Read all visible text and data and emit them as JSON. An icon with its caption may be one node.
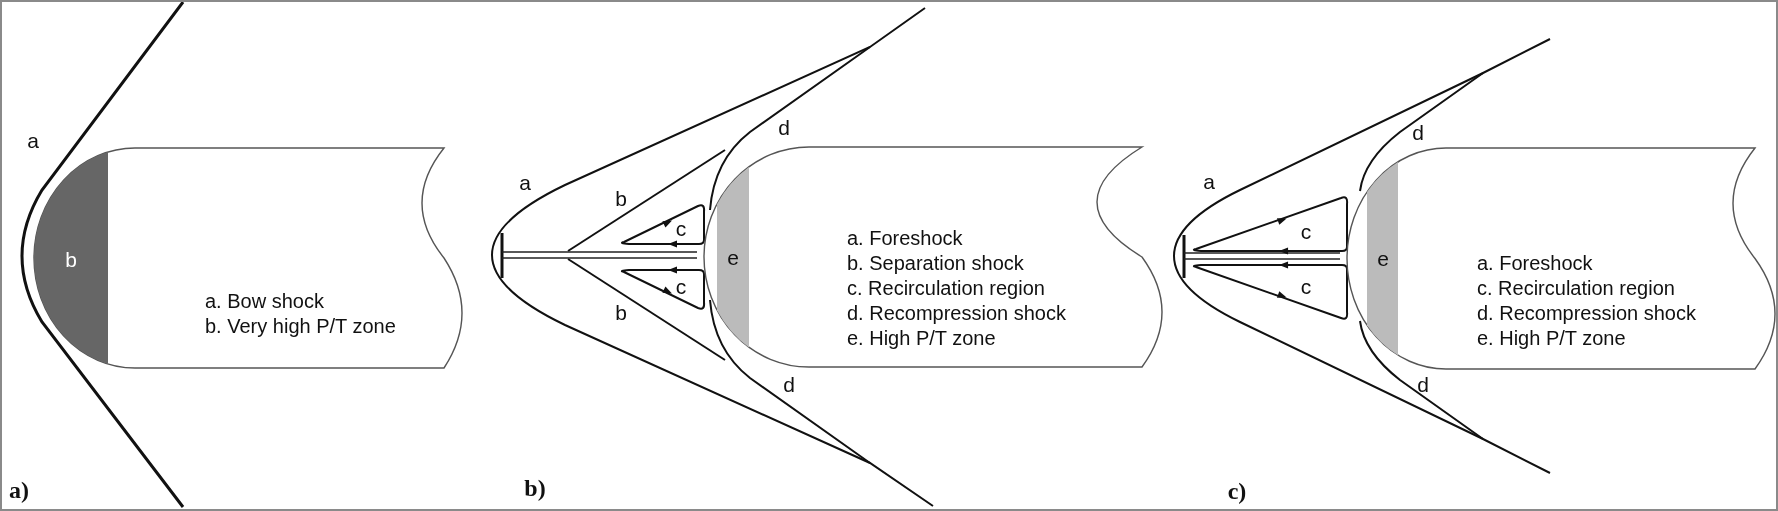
{
  "diagram": {
    "nodes": [
      {
        "text": [
          "a. Bow shock",
          "b. Very high P/T zone"
        ]
      },
      {
        "text": [
          "b"
        ],
        "in": 0
      },
      {
        "text": [
          "c"
        ]
      },
      {
        "text": [
          "c"
        ]
      },
      {
        "text": [
          "a. Foreshock",
          "b. Separation shock",
          "c. Recirculation region",
          "d. Recompression shock",
          "e. High P/T zone"
        ]
      },
      {
        "text": [
          "e"
        ],
        "in": 4
      },
      {
        "text": [
          "c"
        ]
      },
      {
        "text": [
          "c"
        ]
      },
      {
        "text": [
          "a. Foreshock",
          "c. Recirculation region",
          "d. Recompression shock",
          "e. High P/T zone"
        ]
      },
      {
        "text": [
          "e"
        ],
        "in": 8
      }
    ],
    "labels": [
      "a",
      "a)",
      "a",
      "b",
      "b",
      "d",
      "d",
      "b)",
      "a",
      "d",
      "d",
      "c)"
    ]
  }
}
